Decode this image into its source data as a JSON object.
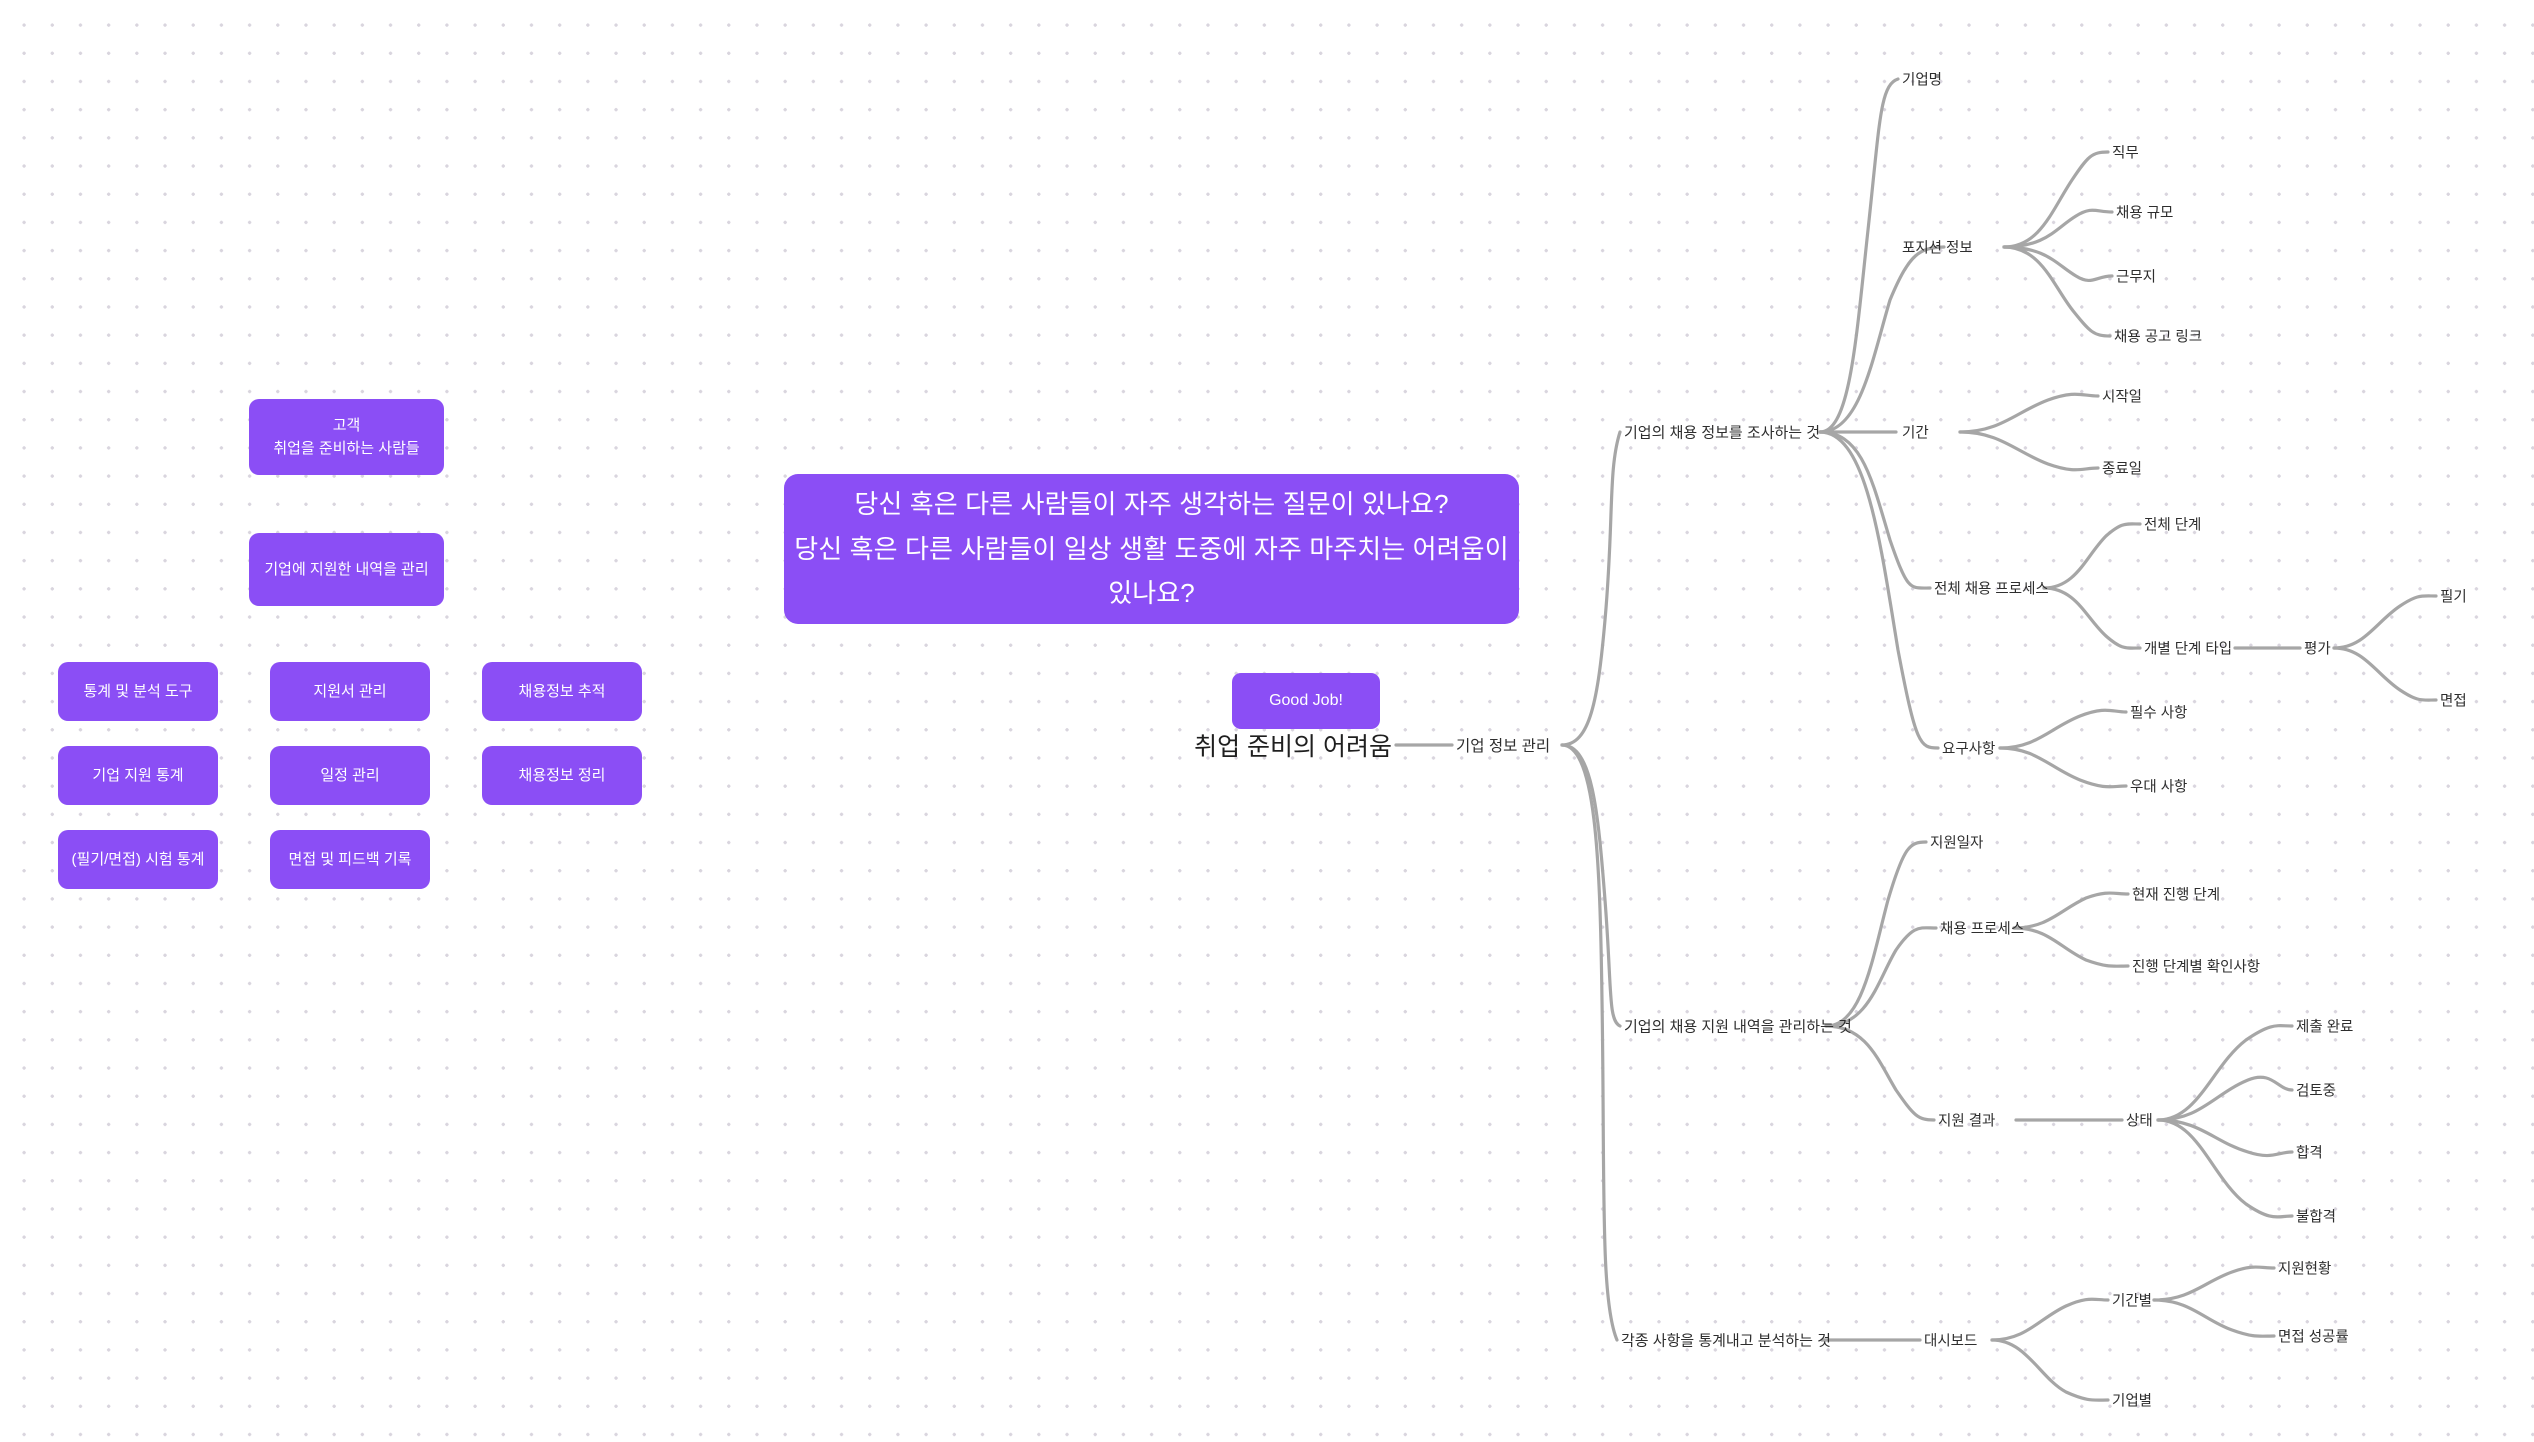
{
  "canvas": {
    "background_color": "#ffffff",
    "dot_color": "#d9d5de",
    "edge_color": "#a6a6a6",
    "accent_color": "#8b4ef5",
    "text_color": "#2e2e2e"
  },
  "hero_card": {
    "text": "당신 혹은 다른 사람들이 자주 생각하는 질문이 있나요?\n당신 혹은 다른 사람들이 일상 생활 도중에 자주 마주치는 어려움이 있나요?"
  },
  "badge_card": {
    "text": "Good Job!"
  },
  "left_cards": [
    {
      "name": "customer-card",
      "text": "고객\n취업을 준비하는 사람들"
    },
    {
      "name": "manage-applications-card",
      "text": "기업에 지원한 내역을 관리"
    },
    {
      "name": "stats-analysis-tools-card",
      "text": "통계 및 분석 도구"
    },
    {
      "name": "application-doc-management-card",
      "text": "지원서 관리"
    },
    {
      "name": "job-info-tracking-card",
      "text": "채용정보 추적"
    },
    {
      "name": "company-application-stats-card",
      "text": "기업 지원 통계"
    },
    {
      "name": "schedule-management-card",
      "text": "일정 관리"
    },
    {
      "name": "job-info-organize-card",
      "text": "채용정보 정리"
    },
    {
      "name": "exam-stats-card",
      "text": "(필기/면접) 시험 통계"
    },
    {
      "name": "interview-feedback-record-card",
      "text": "면접 및 피드백 기록"
    }
  ],
  "mindmap": {
    "root": {
      "label": "취업 준비의 어려움"
    },
    "level1": [
      {
        "label": "기업 정보 관리"
      }
    ],
    "level2": [
      {
        "label": "기업의 채용 정보를 조사하는 것"
      },
      {
        "label": "기업의 채용 지원 내역을 관리하는 것"
      },
      {
        "label": "각종 사항을 통계내고 분석하는 것"
      }
    ],
    "level3": [
      {
        "label": "기업명"
      },
      {
        "label": "포지션 정보"
      },
      {
        "label": "기간"
      },
      {
        "label": "전체 채용 프로세스"
      },
      {
        "label": "요구사항"
      },
      {
        "label": "지원일자"
      },
      {
        "label": "채용 프로세스"
      },
      {
        "label": "지원 결과"
      },
      {
        "label": "대시보드"
      }
    ],
    "level4": [
      {
        "label": "직무"
      },
      {
        "label": "채용 규모"
      },
      {
        "label": "근무지"
      },
      {
        "label": "채용 공고 링크"
      },
      {
        "label": "시작일"
      },
      {
        "label": "종료일"
      },
      {
        "label": "전체 단계"
      },
      {
        "label": "개별 단계 타입"
      },
      {
        "label": "필수 사항"
      },
      {
        "label": "우대 사항"
      },
      {
        "label": "현재 진행 단계"
      },
      {
        "label": "진행 단계별 확인사항"
      },
      {
        "label": "상태"
      },
      {
        "label": "기간별"
      },
      {
        "label": "기업별"
      }
    ],
    "level5": [
      {
        "label": "평가"
      },
      {
        "label": "제출 완료"
      },
      {
        "label": "검토중"
      },
      {
        "label": "합격"
      },
      {
        "label": "불합격"
      },
      {
        "label": "지원현황"
      },
      {
        "label": "면접 성공률"
      }
    ],
    "level6": [
      {
        "label": "필기"
      },
      {
        "label": "면접"
      }
    ]
  }
}
